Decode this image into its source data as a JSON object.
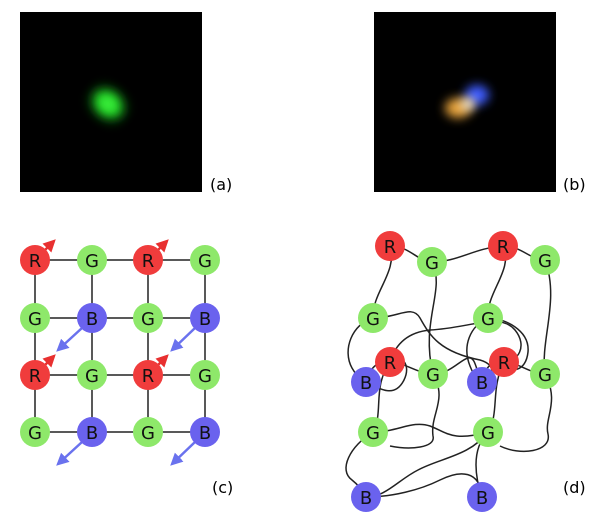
{
  "panels": {
    "a": {
      "label": "(a)"
    },
    "b": {
      "label": "(b)"
    },
    "c": {
      "label": "(c)"
    },
    "d": {
      "label": "(d)"
    }
  },
  "node_letters": {
    "red": "R",
    "green": "G",
    "blue": "B"
  },
  "colors": {
    "red": "#f03c3c",
    "green": "#8ee86a",
    "blue": "#6a62ee",
    "arrow_red": "#e83030",
    "arrow_blue": "#6a72ee",
    "edge": "#222222",
    "image_bg": "#000000",
    "psf_green": "#1fd421",
    "psf_blue": "#3e5cff",
    "psf_orange": "#e6a23a",
    "psf_white": "#fff6e4"
  }
}
